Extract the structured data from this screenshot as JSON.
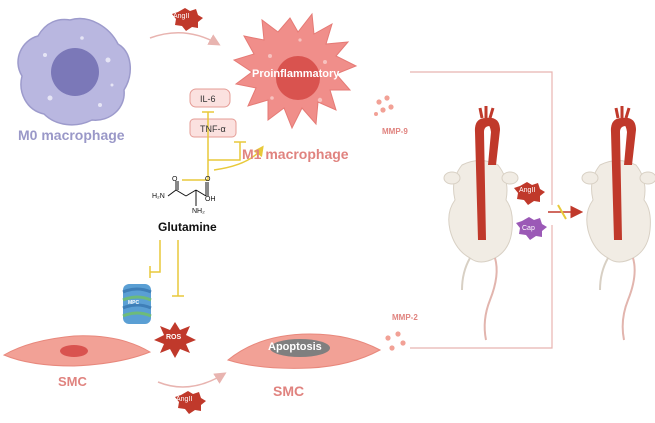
{
  "labels": {
    "m0_macrophage": "M0 macrophage",
    "m1_macrophage": "M1 macrophage",
    "proinflammatory": "Proinflammatory",
    "glutamine": "Glutamine",
    "apoptosis": "Apoptosis",
    "smc_left": "SMC",
    "smc_right": "SMC",
    "mmp9": "MMP-9",
    "mmp2": "MMP-2",
    "il6": "IL-6",
    "tnf": "TNF-α",
    "ros": "ROS",
    "mpc": "MPC"
  },
  "chem": {
    "h2n": "H₂N",
    "o1": "O",
    "o2": "O",
    "oh": "OH",
    "nh2": "NH₂"
  },
  "badges": {
    "angii_top": "AngII",
    "angii_bottom": "AngII",
    "angii_mouse": "AngII",
    "cap": "Cap"
  },
  "colors": {
    "m0_cell": "#b9b7e0",
    "m0_nucleus": "#7b78b8",
    "m1_cell": "#f08e8a",
    "m1_nucleus": "#d9534f",
    "smc": "#f2a196",
    "inhibition": "#e8c93a",
    "angii_badge": "#c0392b",
    "cap_badge": "#9b59b6",
    "aorta": "#c0392b",
    "connector": "#e8b4b0"
  }
}
